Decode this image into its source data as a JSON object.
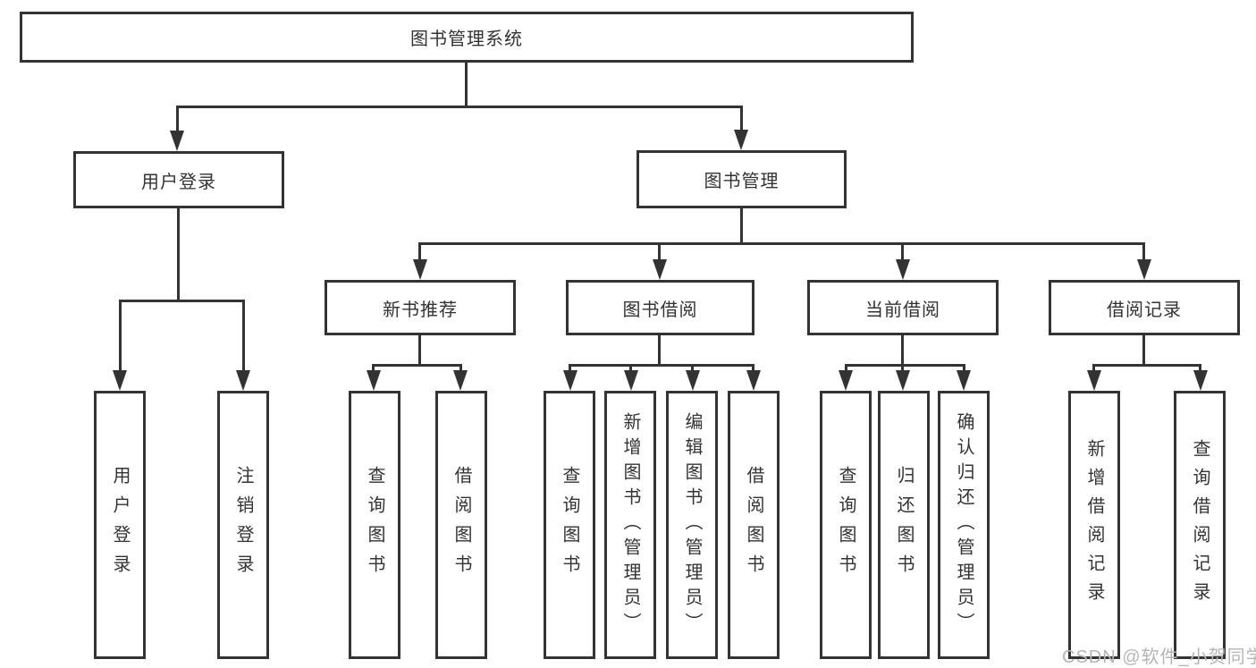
{
  "colors": {
    "line": "#333333",
    "text": "#333333",
    "background": "#ffffff",
    "watermark": "#b5b5b5"
  },
  "nodes": {
    "root": "图书管理系统",
    "user_login": "用户登录",
    "book_mgmt": "图书管理",
    "new_book_rec": "新书推荐",
    "book_borrow": "图书借阅",
    "current_borrow": "当前借阅",
    "borrow_records": "借阅记录",
    "leaf_user_login": "用户登录",
    "leaf_logout": "注销登录",
    "leaf_query_books_1": "查询图书",
    "leaf_borrow_books_1": "借阅图书",
    "leaf_query_books_2": "查询图书",
    "leaf_add_books": "新增图书（管理员）",
    "leaf_edit_books": "编辑图书（管理员）",
    "leaf_borrow_books_2": "借阅图书",
    "leaf_query_books_3": "查询图书",
    "leaf_return_books": "归还图书",
    "leaf_confirm_return": "确认归还（管理员）",
    "leaf_add_borrow_record": "新增借阅记录",
    "leaf_query_borrow_record": "查询借阅记录"
  },
  "hierarchy": {
    "图书管理系统": {
      "用户登录": [
        "用户登录",
        "注销登录"
      ],
      "图书管理": {
        "新书推荐": [
          "查询图书",
          "借阅图书"
        ],
        "图书借阅": [
          "查询图书",
          "新增图书（管理员）",
          "编辑图书（管理员）",
          "借阅图书"
        ],
        "当前借阅": [
          "查询图书",
          "归还图书",
          "确认归还（管理员）"
        ],
        "借阅记录": [
          "新增借阅记录",
          "查询借阅记录"
        ]
      }
    }
  },
  "watermark": "CSDN @软件_小贺同学"
}
